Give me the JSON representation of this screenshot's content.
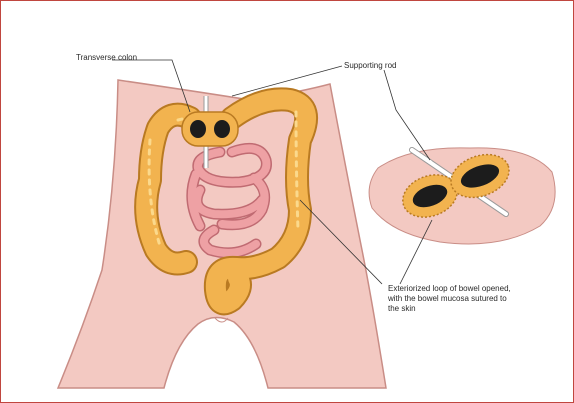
{
  "labels": {
    "transverse_colon": "Transverse colon",
    "supporting_rod": "Supporting rod",
    "exteriorized": "Exteriorized loop of bowel opened, with the bowel mucosa sutured to the skin"
  },
  "colors": {
    "border": "#c0463f",
    "skin": "#f3c9c2",
    "skin_outline": "#c98d86",
    "colon": "#f2b34f",
    "colon_outline": "#b97a22",
    "small_intestine": "#eea1a4",
    "small_intestine_outline": "#c06b72",
    "stoma_dark": "#1c1c1c",
    "rod": "#ffffff"
  }
}
